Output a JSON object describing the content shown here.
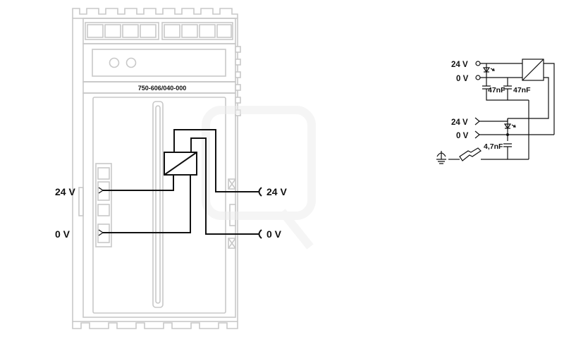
{
  "module": {
    "part_number": "750-606/040-000"
  },
  "left_terminals": {
    "plus_label": "24 V",
    "minus_label": "0 V"
  },
  "right_contacts": {
    "plus_label": "24 V",
    "minus_label": "0 V"
  },
  "schematic": {
    "in_plus_label": "24 V",
    "in_minus_label": "0 V",
    "cap1_label": "47nF",
    "cap2_label": "47nF",
    "out_plus_label": "24 V",
    "out_minus_label": "0 V",
    "cap3_label": "4,7nF"
  }
}
